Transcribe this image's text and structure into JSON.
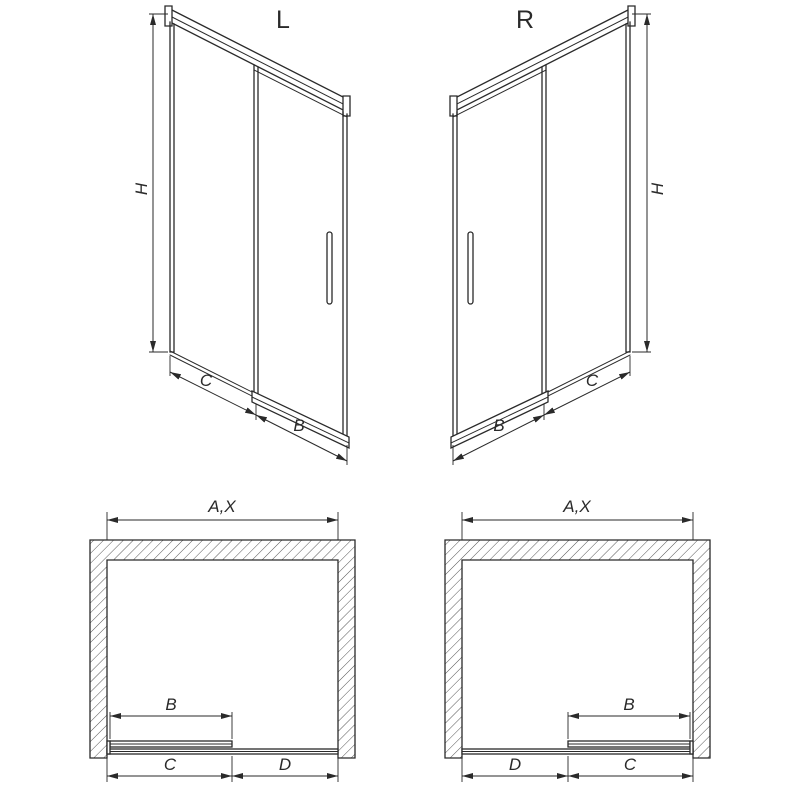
{
  "page": {
    "background": "#ffffff",
    "line_color": "#2a2a2a"
  },
  "iso_left": {
    "label": "L",
    "dim_h": "H",
    "dim_c": "C",
    "dim_b": "B"
  },
  "iso_right": {
    "label": "R",
    "dim_h": "H",
    "dim_b": "B",
    "dim_c": "C"
  },
  "plan_left": {
    "dim_width": "A,X",
    "dim_b": "B",
    "dim_c": "C",
    "dim_d": "D"
  },
  "plan_right": {
    "dim_width": "A,X",
    "dim_b": "B",
    "dim_d": "D",
    "dim_c": "C"
  }
}
